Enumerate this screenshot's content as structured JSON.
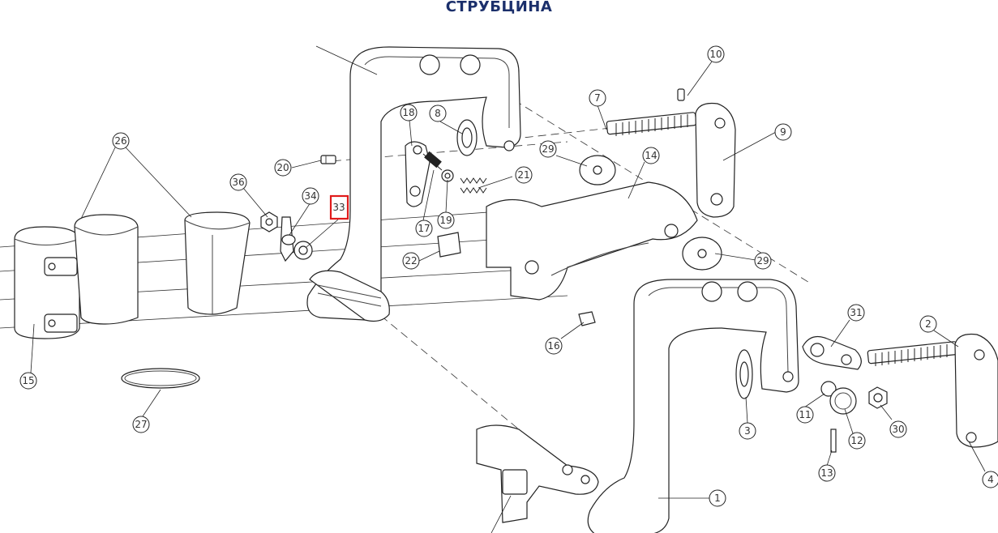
{
  "title": "СТРУБЦИНА",
  "highlight_color": "#e01b1b",
  "title_color": "#1b2f6b",
  "callouts": [
    {
      "id": "1",
      "label": "1"
    },
    {
      "id": "2",
      "label": "2"
    },
    {
      "id": "3",
      "label": "3"
    },
    {
      "id": "4",
      "label": "4"
    },
    {
      "id": "7",
      "label": "7"
    },
    {
      "id": "8",
      "label": "8"
    },
    {
      "id": "9",
      "label": "9"
    },
    {
      "id": "10",
      "label": "10"
    },
    {
      "id": "11",
      "label": "11"
    },
    {
      "id": "12",
      "label": "12"
    },
    {
      "id": "13",
      "label": "13"
    },
    {
      "id": "14",
      "label": "14"
    },
    {
      "id": "15",
      "label": "15"
    },
    {
      "id": "16",
      "label": "16"
    },
    {
      "id": "17",
      "label": "17"
    },
    {
      "id": "18",
      "label": "18"
    },
    {
      "id": "19",
      "label": "19"
    },
    {
      "id": "20",
      "label": "20"
    },
    {
      "id": "21",
      "label": "21"
    },
    {
      "id": "22",
      "label": "22"
    },
    {
      "id": "26",
      "label": "26"
    },
    {
      "id": "27",
      "label": "27"
    },
    {
      "id": "29a",
      "label": "29"
    },
    {
      "id": "29b",
      "label": "29"
    },
    {
      "id": "30",
      "label": "30"
    },
    {
      "id": "31",
      "label": "31"
    },
    {
      "id": "33",
      "label": "33",
      "highlighted": true
    },
    {
      "id": "34",
      "label": "34"
    },
    {
      "id": "36",
      "label": "36"
    }
  ]
}
